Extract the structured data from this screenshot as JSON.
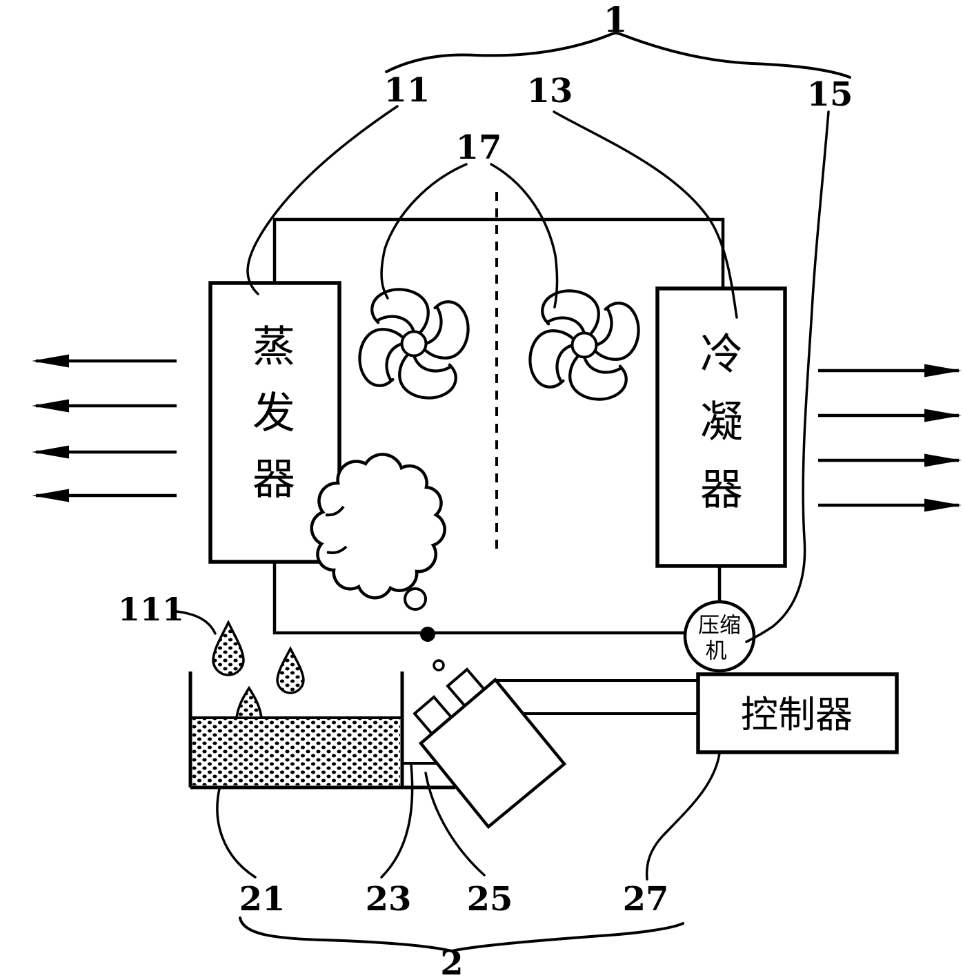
{
  "figure": {
    "type": "patent-diagram",
    "colors": {
      "line": "#000000",
      "background": "#ffffff"
    },
    "ref_labels": {
      "system": "1",
      "evaporator": "11",
      "condenser": "13",
      "compressor": "15",
      "fans": "17",
      "droplets": "111",
      "tank": "21",
      "drain_pipe": "23",
      "pump": "25",
      "controller": "27",
      "assembly": "2"
    },
    "components": {
      "evaporator": {
        "label": "蒸发器",
        "char1": "蒸",
        "char2": "发",
        "char3": "器"
      },
      "condenser": {
        "label": "冷凝器",
        "char1": "冷",
        "char2": "凝",
        "char3": "器"
      },
      "compressor": {
        "label": "压缩机",
        "line1": "压缩",
        "line2": "机"
      },
      "controller": {
        "label": "控制器"
      }
    }
  }
}
